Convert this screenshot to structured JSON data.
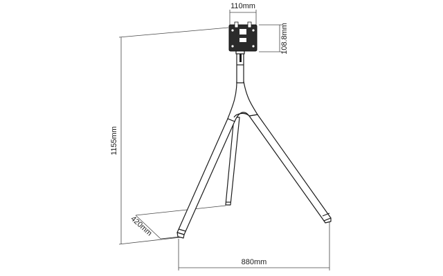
{
  "dimensions": {
    "plate_width": "110mm",
    "plate_height": "108.8mm",
    "overall_height": "1155mm",
    "foot_depth": "420mm",
    "foot_span": "880mm"
  },
  "colors": {
    "line": "#1a1a1a",
    "dim_line": "#333333",
    "fill": "#ffffff",
    "plate": "#2b2b2b"
  }
}
